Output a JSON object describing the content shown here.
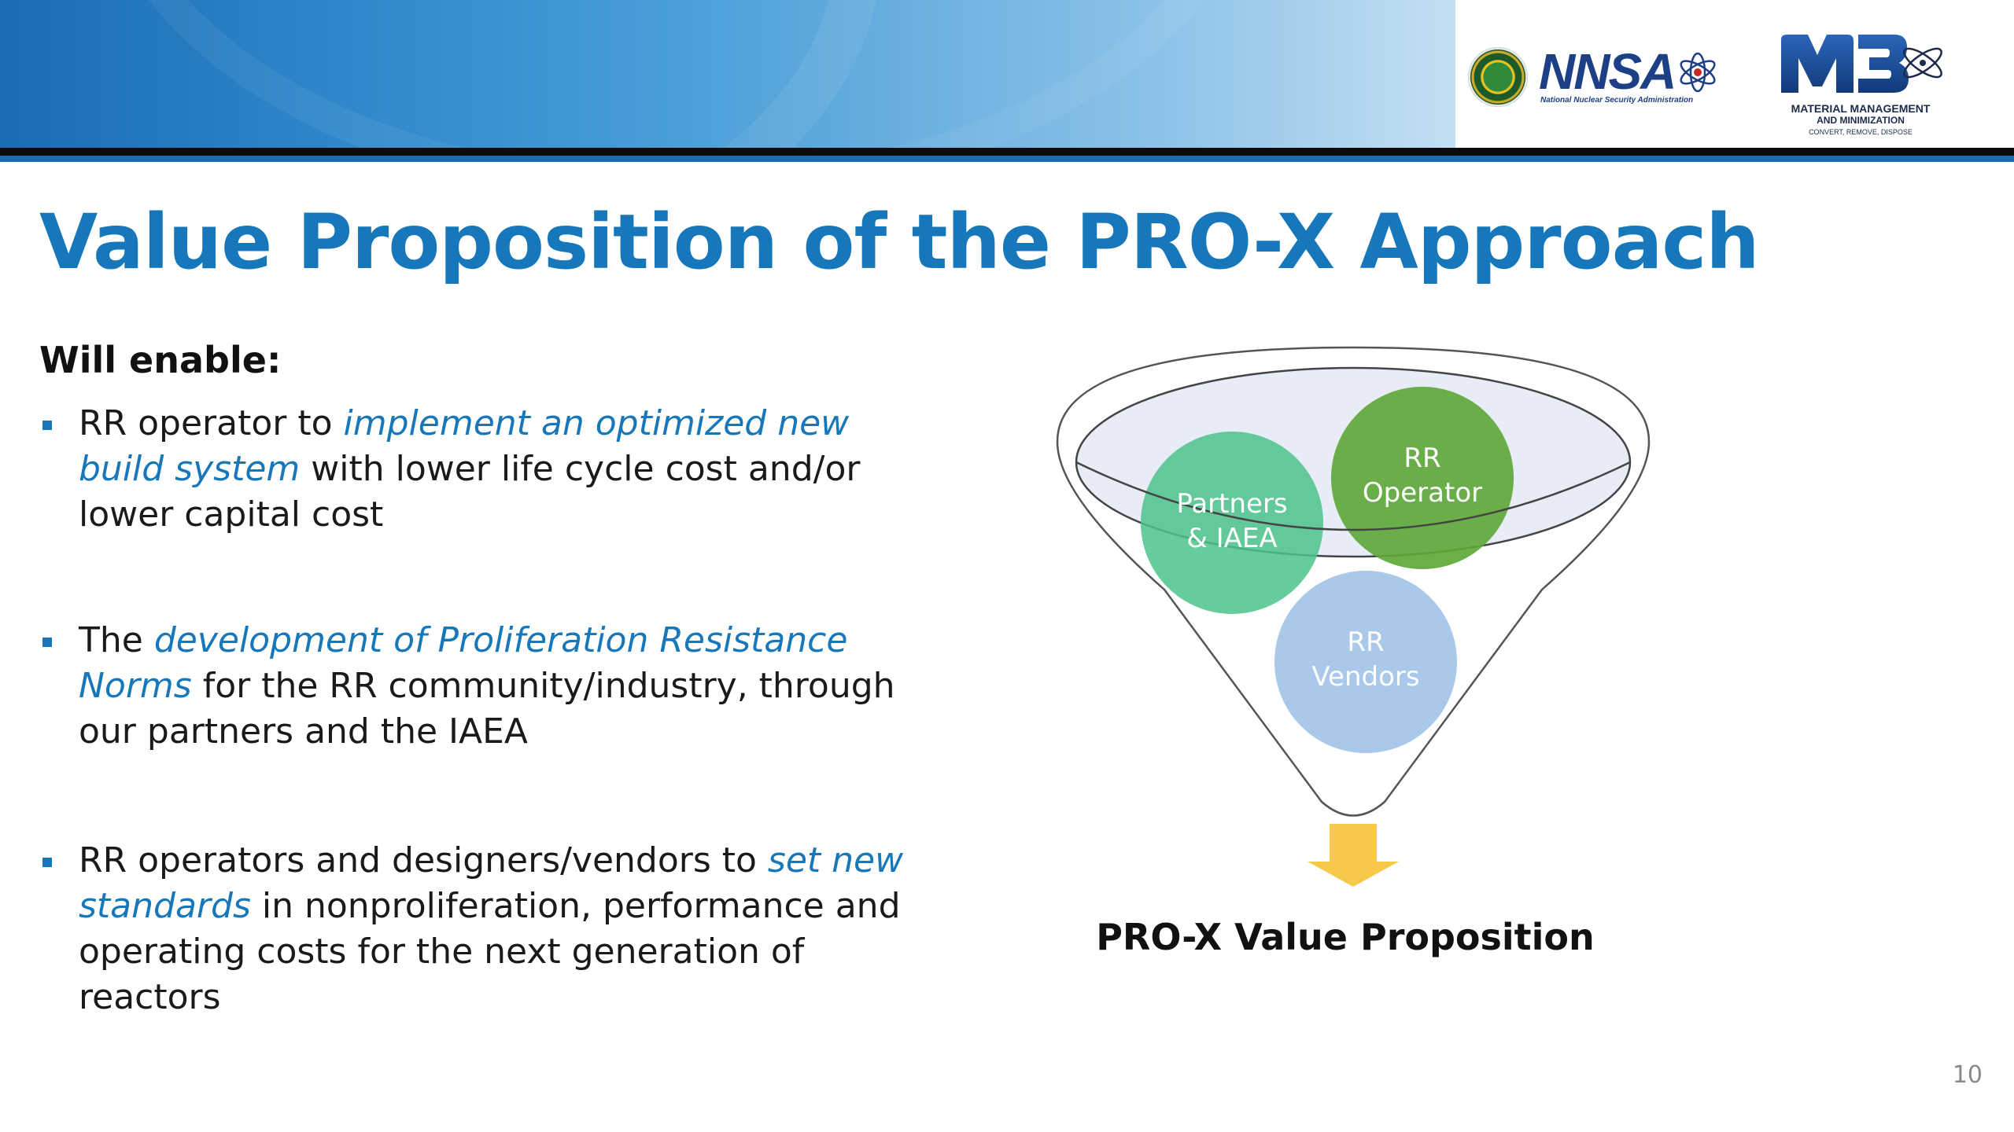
{
  "header": {
    "logos": {
      "doe": "doe-seal-icon",
      "nnsa_text": "NNSA",
      "nnsa_subtitle": "National Nuclear Security Administration",
      "m3_line1": "MATERIAL MANAGEMENT",
      "m3_line2": "AND MINIMIZATION",
      "m3_line3": "CONVERT, REMOVE, DISPOSE"
    }
  },
  "slide": {
    "title": "Value Proposition of the PRO-X Approach",
    "intro": "Will enable:",
    "bullets": [
      {
        "before": "RR operator to ",
        "emphasis": "implement an optimized new build system",
        "after": " with lower life cycle cost and/or lower capital cost"
      },
      {
        "before": "The ",
        "emphasis": "development of Proliferation Resistance Norms",
        "after": " for the RR community/industry, through our partners and the IAEA"
      },
      {
        "before": "RR operators and designers/vendors to ",
        "emphasis": "set new standards",
        "after": " in nonproliferation, performance and operating costs for the next generation of reactors"
      }
    ],
    "funnel": {
      "circles": [
        {
          "line1": "Partners",
          "line2": "& IAEA",
          "color": "#4cc38a"
        },
        {
          "line1": "RR",
          "line2": "Operator",
          "color": "#5ea83a"
        },
        {
          "line1": "RR",
          "line2": "Vendors",
          "color": "#a9c8ea"
        }
      ],
      "arrow_color": "#f6c94a",
      "label": "PRO-X Value Proposition"
    },
    "page_number": "10"
  },
  "colors": {
    "title_blue": "#1777bb",
    "banner_blue": "#1b6cb3"
  }
}
